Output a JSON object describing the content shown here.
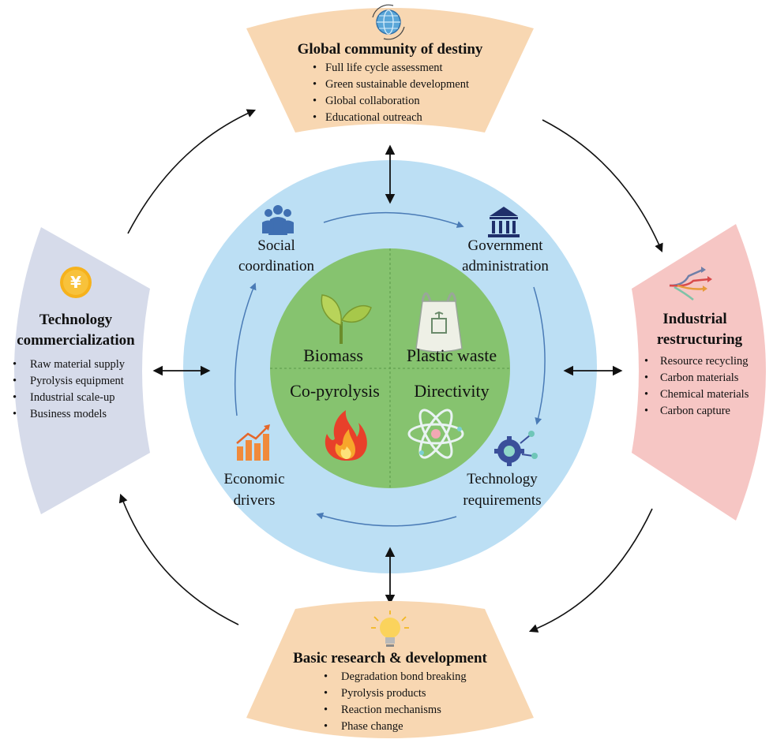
{
  "colors": {
    "outer_circle": "#bcdff4",
    "inner_circle": "#86c36f",
    "top_panel": "#f8d7b2",
    "bottom_panel": "#f8d7b2",
    "left_panel": "#d6dbea",
    "right_panel": "#f6c6c4",
    "arrow": "#111111",
    "inner_arrow": "#4a7bb6"
  },
  "top": {
    "title": "Global community of destiny",
    "bullets": [
      "Full life cycle assessment",
      "Green sustainable development",
      "Global collaboration",
      "Educational outreach"
    ],
    "icon": "globe-icon"
  },
  "right": {
    "title_line1": "Industrial",
    "title_line2": "restructuring",
    "bullets": [
      "Resource recycling",
      "Carbon materials",
      "Chemical materials",
      "Carbon capture"
    ],
    "icon": "branching-arrows-icon"
  },
  "bottom": {
    "title": "Basic research & development",
    "bullets": [
      "Degradation bond breaking",
      "Pyrolysis products",
      "Reaction mechanisms",
      "Phase change"
    ],
    "icon": "lightbulb-icon"
  },
  "left": {
    "title_line1": "Technology",
    "title_line2": "commercialization",
    "bullets": [
      "Raw material supply",
      "Pyrolysis equipment",
      "Industrial scale-up",
      "Business models"
    ],
    "icon": "yen-coin-icon"
  },
  "ring": {
    "social": {
      "line1": "Social",
      "line2": "coordination",
      "icon": "people-group-icon"
    },
    "government": {
      "line1": "Government",
      "line2": "administration",
      "icon": "government-building-icon"
    },
    "technology": {
      "line1": "Technology",
      "line2": "requirements",
      "icon": "gear-network-icon"
    },
    "economic": {
      "line1": "Economic",
      "line2": "drivers",
      "icon": "bar-chart-growth-icon"
    }
  },
  "core": {
    "biomass": "Biomass",
    "plastic": "Plastic waste",
    "copyrolysis": "Co-pyrolysis",
    "directivity": "Directivity",
    "icons": [
      "sprout-icon",
      "plastic-bag-icon",
      "flame-icon",
      "atom-icon"
    ]
  }
}
